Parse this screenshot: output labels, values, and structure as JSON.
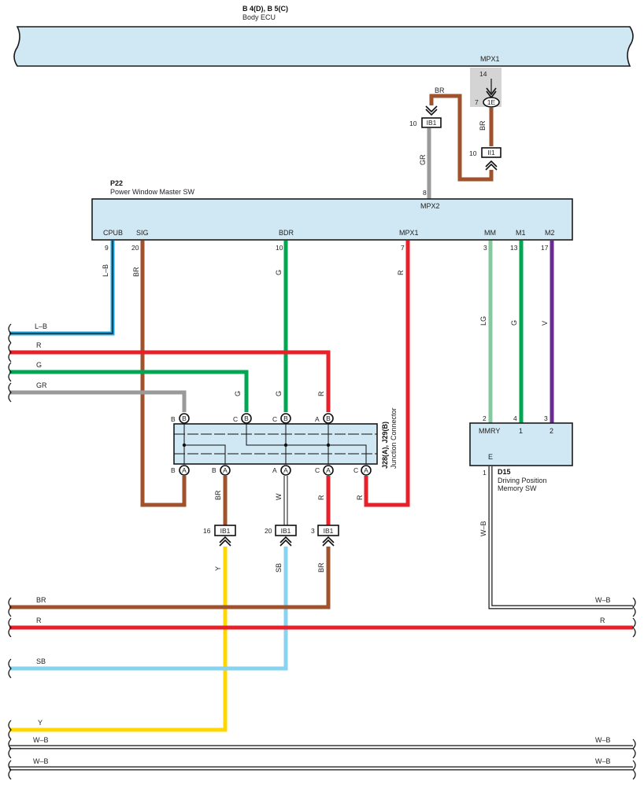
{
  "body_ecu": {
    "ref": "B 4(D), B 5(C)",
    "name": "Body ECU",
    "terminal": "MPX1",
    "pin": "14",
    "conn_pin": "7",
    "conn_id": "1E"
  },
  "master_sw": {
    "ref": "P22",
    "name": "Power Window Master SW",
    "top_terminal": "MPX2",
    "top_pin": "8",
    "terminals": [
      "CPUB",
      "SIG",
      "BDR",
      "MPX1",
      "MM",
      "M1",
      "M2"
    ],
    "pins": [
      "9",
      "20",
      "10",
      "7",
      "3",
      "13",
      "17"
    ]
  },
  "junction": {
    "ref_a": "J28(A), J29(B)",
    "name": "Junction Connector",
    "top_letters": [
      "B",
      "C",
      "C",
      "A"
    ],
    "top_conn": [
      "B",
      "B",
      "B",
      "B"
    ],
    "bottom_letters": [
      "B",
      "B",
      "A",
      "C",
      "C"
    ],
    "bottom_conn": [
      "A",
      "A",
      "A",
      "A",
      "A"
    ]
  },
  "memory_sw": {
    "ref": "D15",
    "name_line1": "Driving Position",
    "name_line2": "Memory SW",
    "terminals": [
      "MMRY",
      "1",
      "2"
    ],
    "pins": [
      "2",
      "4",
      "3"
    ],
    "bottom_terminal": "E",
    "bottom_pin": "1"
  },
  "connectors": {
    "ib1_top": {
      "pin": "10",
      "id": "IB1"
    },
    "ii1": {
      "pin": "10",
      "id": "II1"
    },
    "ib1_a": {
      "pin": "16",
      "id": "IB1"
    },
    "ib1_b": {
      "pin": "20",
      "id": "IB1"
    },
    "ib1_c": {
      "pin": "3",
      "id": "IB1"
    }
  },
  "wire_labels": {
    "br_top": "BR",
    "br_vert": "BR",
    "gr_vert": "GR",
    "lb_vert": "L–B",
    "sig_br": "BR",
    "bdr_g": "G",
    "mpx1_r": "R",
    "lg": "LG",
    "g_m1": "G",
    "v_m2": "V",
    "left_lb": "L–B",
    "left_r": "R",
    "left_g": "G",
    "left_gr": "GR",
    "jc_g1": "G",
    "jc_g2": "G",
    "jc_r": "R",
    "jc_br": "BR",
    "jc_w": "W",
    "jc_r2": "R",
    "jc_r3": "R",
    "y": "Y",
    "sb": "SB",
    "br_low": "BR",
    "wb_vert": "W–B",
    "bot_br": "BR",
    "bot_r": "R",
    "bot_r_right": "R",
    "bot_sb": "SB",
    "bot_y": "Y",
    "wb_right1": "W–B",
    "wb_left1": "W–B",
    "wb_right2": "W–B",
    "wb_left2": "W–B",
    "wb_right3": "W–B"
  },
  "colors": {
    "brown": "#a0522d",
    "red": "#e8202a",
    "green": "#00a651",
    "gray": "#9a9a9a",
    "lightblue": "#87d3f0",
    "blue": "#1ea6e0",
    "yellow": "#ffd700",
    "lightgreen": "#86c9a0",
    "violet": "#6a2c91",
    "box_fill": "#cfe8f3"
  }
}
